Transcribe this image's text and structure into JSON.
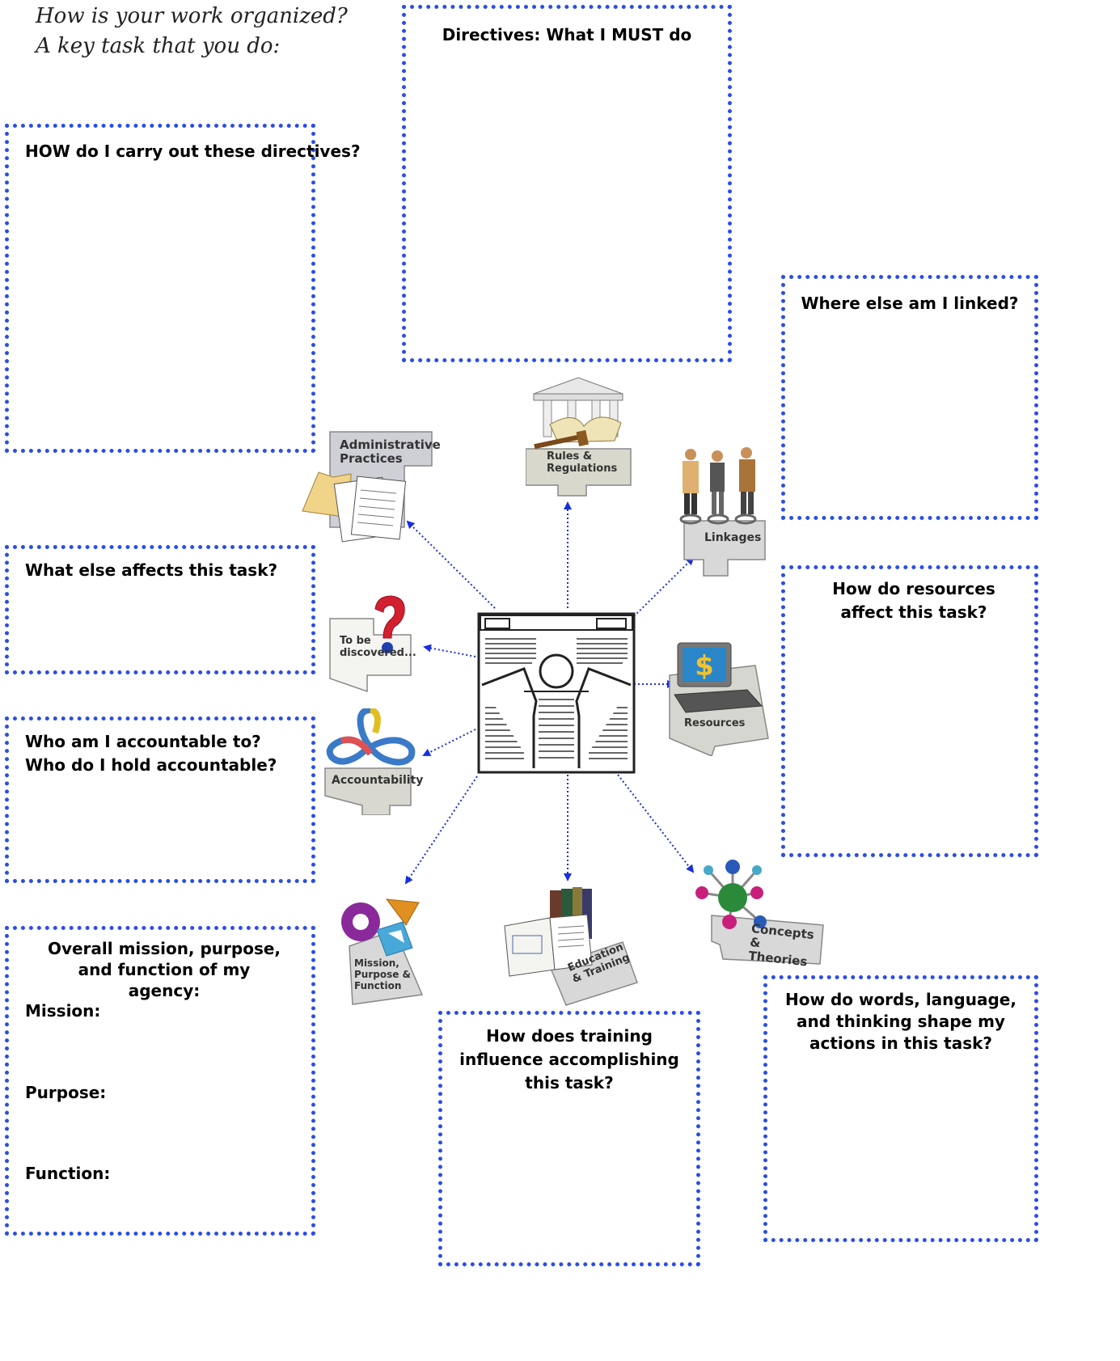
{
  "intro": {
    "line1": "How is your work organized?",
    "line2": "A key task that you do:"
  },
  "boxes": {
    "directives": "Directives: What I MUST do",
    "how_carry": "HOW do I carry out these directives?",
    "linked": "Where else am I linked?",
    "affects": "What else affects this task?",
    "resources": "How do resources affect this task?",
    "accountable": "Who am I accountable to? Who do I hold accountable?",
    "mission_box": {
      "title": "Overall mission, purpose, and function of my agency:",
      "mission": "Mission:",
      "purpose": "Purpose:",
      "function": "Function:"
    },
    "training": "How does training influence accomplishing this task?",
    "words": "How do words, language, and thinking shape my actions in this task?"
  },
  "tiles": {
    "admin": [
      "Administrative",
      "Practices"
    ],
    "rules": [
      "Rules &",
      "Regulations"
    ],
    "linkages": "Linkages",
    "discover": [
      "To be",
      "discovered..."
    ],
    "resources": "Resources",
    "accountability": "Accountability",
    "mission": [
      "Mission,",
      "Purpose &",
      "Function"
    ],
    "education": [
      "Education",
      "& Training"
    ],
    "concepts": [
      "Concepts &",
      "Theories"
    ]
  },
  "colors": {
    "box_border": "#2a4ee8",
    "arrow": "#1a2ee0"
  }
}
